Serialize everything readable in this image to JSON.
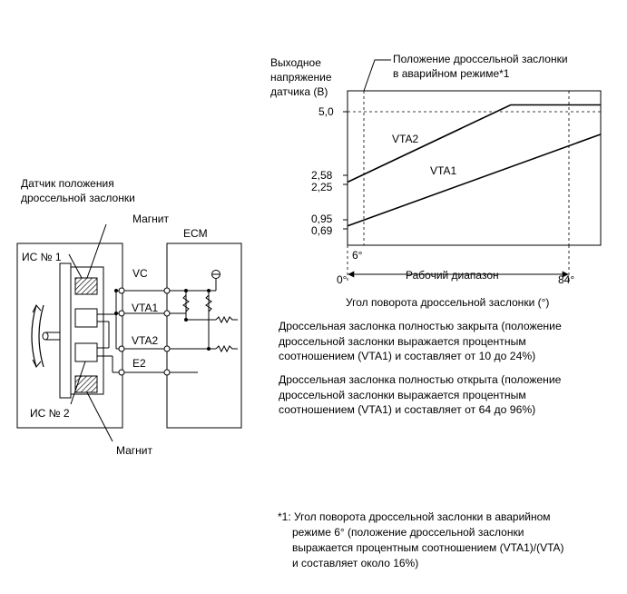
{
  "sensor": {
    "title_line1": "Датчик положения",
    "title_line2": "дроссельной заслонки",
    "magnet_top": "Магнит",
    "magnet_bottom": "Магнит",
    "ic1": "ИС № 1",
    "ic2": "ИС № 2",
    "ecm": "ECM",
    "terminals": [
      "VC",
      "VTA1",
      "VTA2",
      "E2"
    ]
  },
  "graph": {
    "ylabel_line1": "Выходное",
    "ylabel_line2": "напряжение",
    "ylabel_line3": "датчика (В)",
    "callout_line1": "Положение дроссельной заслонки",
    "callout_line2": "в аварийном режиме*1",
    "yticks": [
      "5,0",
      "2,58",
      "2,25",
      "0,95",
      "0,69"
    ],
    "xticks": [
      "6°",
      "0°",
      "84°"
    ],
    "range_label": "Рабочий диапазон",
    "xlabel": "Угол поворота дроссельной заслонки (°)",
    "series": [
      "VTA2",
      "VTA1"
    ]
  },
  "chart_data": {
    "type": "line",
    "xlabel": "Угол поворота дроссельной заслонки (°)",
    "ylabel": "Выходное напряжение датчика (В)",
    "series": [
      {
        "name": "VTA2",
        "x": [
          0,
          58,
          90
        ],
        "y": [
          2.25,
          5.0,
          5.0
        ]
      },
      {
        "name": "VTA1",
        "x": [
          0,
          90
        ],
        "y": [
          0.69,
          3.95
        ]
      }
    ]
  },
  "notes": {
    "closed": "Дроссельная заслонка полностью закрыта (положение дроссельной заслонки выражается процентным соотношением (VTA1) и составляет от 10 до 24%)",
    "open": "Дроссельная заслонка полностью открыта (положение дроссельной заслонки выражается процентным соотношением (VTA1) и составляет от 64 до 96%)",
    "footnote_line1": "*1: Угол поворота дроссельной заслонки в аварийном",
    "footnote_line2": "режиме 6° (положение дроссельной заслонки",
    "footnote_line3": "выражается процентным соотношением (VTA1)/(VTA)",
    "footnote_line4": "и составляет около 16%)"
  }
}
